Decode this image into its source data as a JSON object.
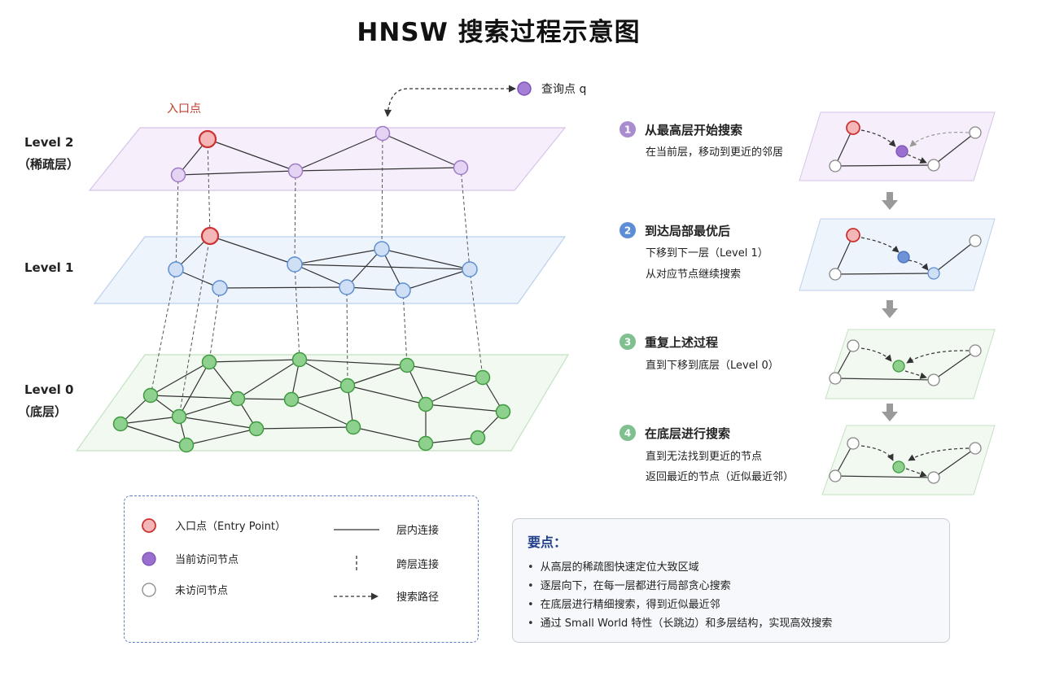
{
  "title": "HNSW 搜索过程示意图",
  "levels": [
    {
      "name": "Level 2",
      "sub": "（稀疏层）"
    },
    {
      "name": "Level 1",
      "sub": ""
    },
    {
      "name": "Level 0",
      "sub": "（底层）"
    }
  ],
  "entry_label": "入口点",
  "query_label": "查询点 q",
  "steps": [
    {
      "num": "1",
      "title": "从最高层开始搜索",
      "lines": [
        "在当前层，移动到更近的邻居"
      ],
      "color": "#a98bd0"
    },
    {
      "num": "2",
      "title": "到达局部最优后",
      "lines": [
        "下移到下一层（Level 1）",
        "从对应节点继续搜索"
      ],
      "color": "#5c8ed8"
    },
    {
      "num": "3",
      "title": "重复上述过程",
      "lines": [
        "直到下移到底层（Level 0）"
      ],
      "color": "#7ec08e"
    },
    {
      "num": "4",
      "title": "在底层进行搜索",
      "lines": [
        "直到无法找到更近的节点",
        "返回最近的节点（近似最近邻）"
      ],
      "color": "#7ec08e"
    }
  ],
  "legend": {
    "entry": "入口点（Entry Point）",
    "current": "当前访问节点",
    "unvisited": "未访问节点",
    "intra": "层内连接",
    "cross": "跨层连接",
    "path": "搜索路径"
  },
  "key_points": {
    "title": "要点：",
    "items": [
      "从高层的稀疏图快速定位大致区域",
      "逐层向下，在每一层都进行局部贪心搜索",
      "在底层进行精细搜索，得到近似最近邻",
      "通过 Small World 特性（长跳边）和多层结构，实现高效搜索"
    ]
  },
  "colors": {
    "entry_fill": "#f4b6b6",
    "entry_stroke": "#cc3333",
    "l2_fill": "#e4d3f2",
    "l2_stroke": "#9f7cc7",
    "l1_fill": "#cfe0f6",
    "l1_stroke": "#5f8fd0",
    "l0_fill": "#8ed08e",
    "l0_stroke": "#3f9a3f",
    "current": "#9b6fd0",
    "unvisited_stroke": "#888888"
  }
}
